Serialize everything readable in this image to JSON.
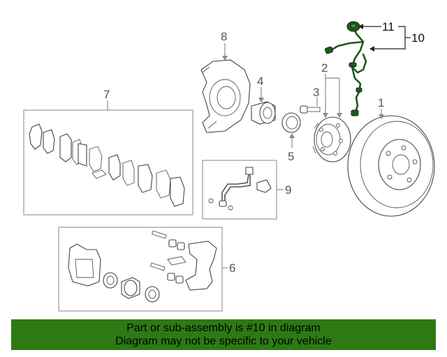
{
  "callouts": {
    "c1": "1",
    "c2": "2",
    "c3": "3",
    "c4": "4",
    "c5": "5",
    "c6": "6",
    "c7": "7",
    "c8": "8",
    "c9": "9",
    "c10": "10",
    "c11": "11"
  },
  "banner": {
    "line1": "Part or sub-assembly is #10 in diagram",
    "line2": "Diagram may not be specific to your vehicle",
    "background": "#2d7a14"
  },
  "colors": {
    "highlight_part": "#1e5a1e",
    "line_art": "#444444"
  }
}
